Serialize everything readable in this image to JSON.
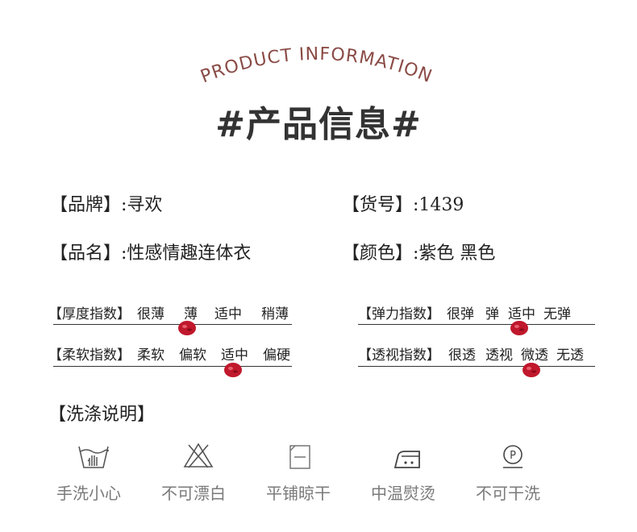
{
  "header": {
    "subtitle_en": "PRODUCT INFORMATION",
    "title_cn": "#产品信息#"
  },
  "info": {
    "brand": "【品牌】:寻欢",
    "item_no": "【货号】:1439",
    "name": "【品名】:性感情趣连体衣",
    "color": "【颜色】:紫色 黑色"
  },
  "indices": [
    {
      "label": "【厚度指数】",
      "options": [
        "很薄",
        "薄",
        "适中",
        "稍薄"
      ],
      "selected": "薄"
    },
    {
      "label": "【柔软指数】",
      "options": [
        "柔软",
        "偏软",
        "适中",
        "偏硬"
      ],
      "selected": "适中"
    },
    {
      "label": "【弹力指数】",
      "options": [
        "很弹",
        "弹",
        "适中",
        "无弹"
      ],
      "selected": "适中"
    },
    {
      "label": "【透视指数】",
      "options": [
        "很透",
        "透视",
        "微透",
        "无透"
      ],
      "selected": "微透"
    }
  ],
  "washing": {
    "title": "【洗涤说明】",
    "items": [
      {
        "label": "手洗小心",
        "icon": "hand-wash-icon"
      },
      {
        "label": "不可漂白",
        "icon": "no-bleach-icon"
      },
      {
        "label": "平铺晾干",
        "icon": "dry-flat-icon"
      },
      {
        "label": "中温熨烫",
        "icon": "iron-medium-icon"
      },
      {
        "label": "不可干洗",
        "icon": "dry-clean-p-icon"
      }
    ]
  },
  "colors": {
    "accent_heading": "#8a4b46",
    "lip_mark": "#c0182c",
    "care_label": "#7a7a7a"
  }
}
